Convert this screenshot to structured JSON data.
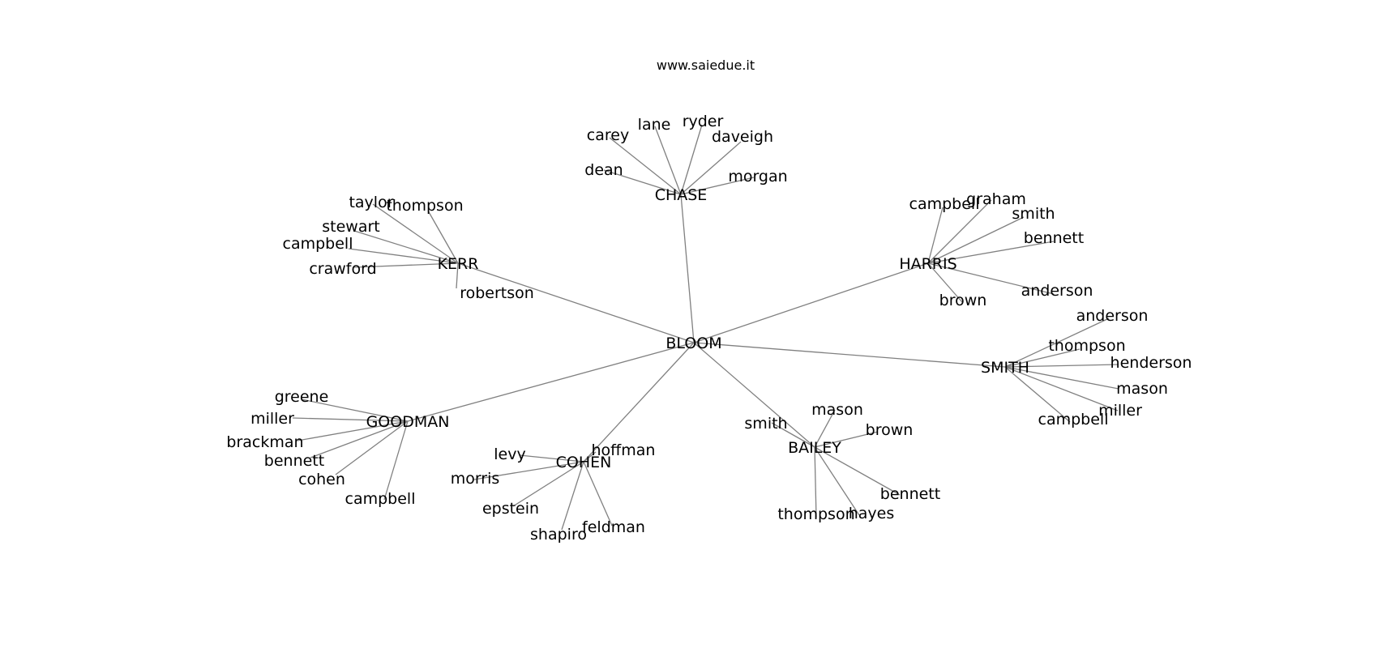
{
  "title": "www.saiedue.it",
  "colors": {
    "edge": "#808080",
    "text": "#000000",
    "background": "#ffffff"
  },
  "tree": {
    "root": "BLOOM",
    "groups": [
      {
        "hub": "CHASE",
        "leaves": [
          "carey",
          "lane",
          "ryder",
          "daveigh",
          "dean",
          "morgan"
        ]
      },
      {
        "hub": "KERR",
        "leaves": [
          "taylor",
          "thompson",
          "stewart",
          "campbell",
          "crawford",
          "robertson"
        ]
      },
      {
        "hub": "HARRIS",
        "leaves": [
          "campbell",
          "graham",
          "smith",
          "bennett",
          "anderson",
          "brown"
        ]
      },
      {
        "hub": "SMITH",
        "leaves": [
          "anderson",
          "thompson",
          "henderson",
          "mason",
          "miller",
          "campbell"
        ]
      },
      {
        "hub": "BAILEY",
        "leaves": [
          "mason",
          "smith",
          "brown",
          "bennett",
          "thompson",
          "hayes"
        ]
      },
      {
        "hub": "COHEN",
        "leaves": [
          "hoffman",
          "levy",
          "morris",
          "epstein",
          "shapiro",
          "feldman"
        ]
      },
      {
        "hub": "GOODMAN",
        "leaves": [
          "greene",
          "miller",
          "brackman",
          "bennett",
          "cohen",
          "campbell"
        ]
      }
    ]
  }
}
